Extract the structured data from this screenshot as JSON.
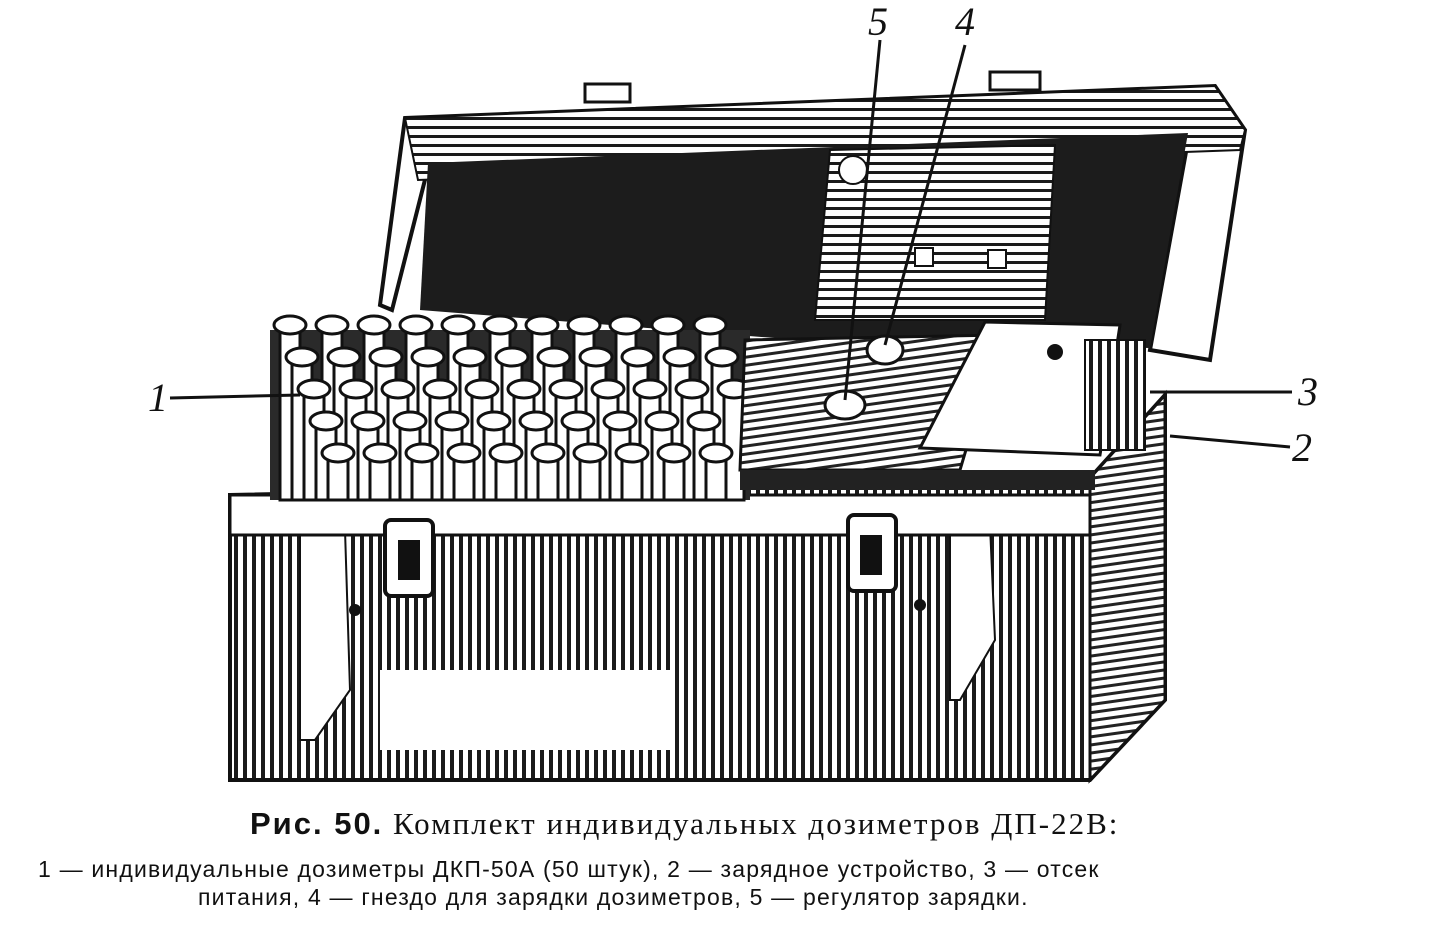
{
  "callouts": {
    "c1": "1",
    "c2": "2",
    "c3": "3",
    "c4": "4",
    "c5": "5"
  },
  "caption": {
    "prefix": "Рис. 50.",
    "title": "Комплект индивидуальных дозиметров ДП-22В:",
    "line1": "1 — индивидуальные дозиметры ДКП-50А (50 штук), 2 — зарядное устройство, 3 — отсек",
    "line2": "питания, 4 — гнездо для зарядки дозиметров, 5 — регулятор зарядки."
  }
}
